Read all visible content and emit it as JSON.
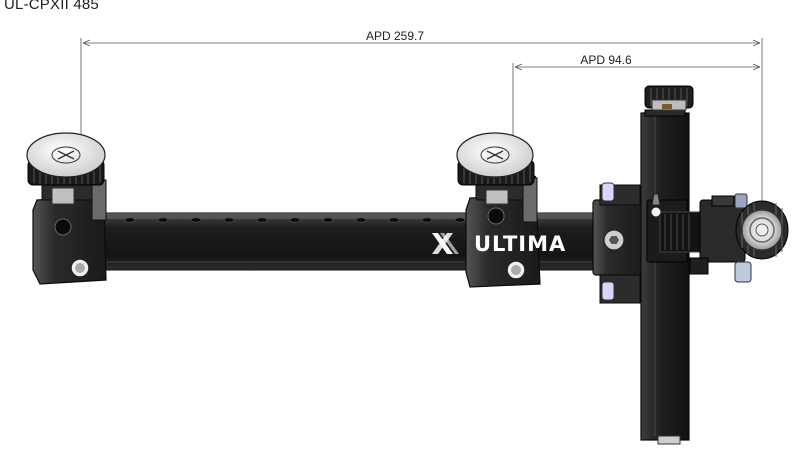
{
  "title": "UL-CPXII 485",
  "dimensions": {
    "apd_long": "APD 259.7",
    "apd_short": "APD 94.6"
  },
  "logo": {
    "text": "ULTIMA"
  },
  "colors": {
    "body_dark": "#1c1c1c",
    "body_mid": "#3a3a3a",
    "highlight": "#8a8a8a",
    "knob_face": "#e8e8e8",
    "line": "#555555"
  },
  "icons": [
    "knob-icon",
    "ultima-x-logo-icon",
    "hex-bolt-icon",
    "scope-lens-icon"
  ]
}
